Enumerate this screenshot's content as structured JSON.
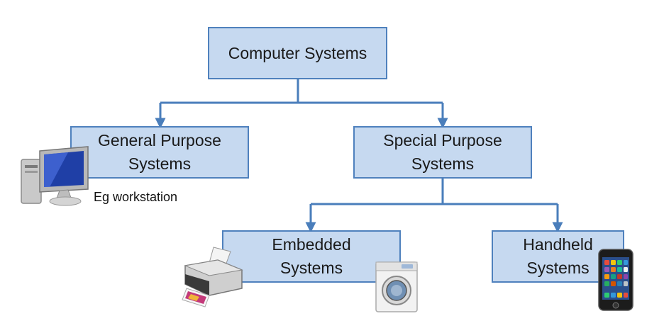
{
  "diagram": {
    "root": {
      "label": "Computer Systems"
    },
    "general": {
      "label_line1": "General Purpose",
      "label_line2": "Systems",
      "example": "Eg workstation"
    },
    "special": {
      "label_line1": "Special Purpose",
      "label_line2": "Systems"
    },
    "embedded": {
      "label_line1": "Embedded",
      "label_line2": "Systems"
    },
    "handheld": {
      "label_line1": "Handheld",
      "label_line2": "Systems"
    }
  },
  "icons": [
    "desktop-computer-icon",
    "printer-icon",
    "washing-machine-icon",
    "smartphone-icon"
  ],
  "colors": {
    "box_fill": "#c6d9f0",
    "box_border": "#4f81bd",
    "connector": "#4a7ebb"
  }
}
